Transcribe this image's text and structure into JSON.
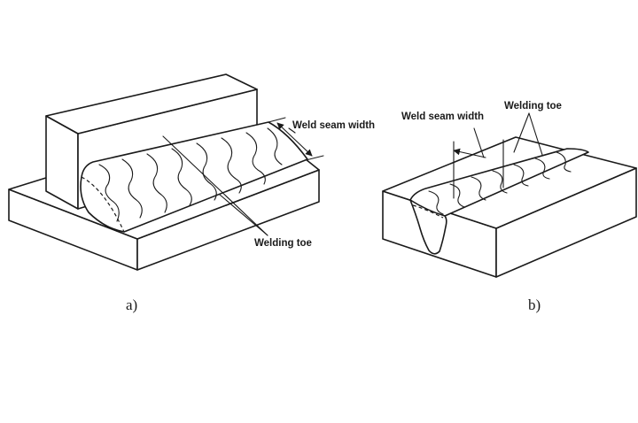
{
  "figure_a": {
    "caption": "a)",
    "label_weld_seam_width": "Weld seam width",
    "label_welding_toe": "Welding toe"
  },
  "figure_b": {
    "caption": "b)",
    "label_weld_seam_width": "Weld seam width",
    "label_welding_toe": "Welding toe"
  }
}
